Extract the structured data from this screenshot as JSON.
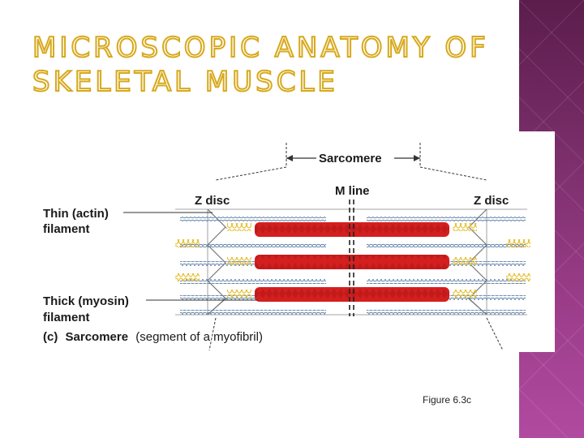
{
  "slide": {
    "title_line_1": "MICROSCOPIC ANATOMY OF",
    "title_line_2": "SKELETAL MUSCLE",
    "figure_caption": "Figure 6.3c"
  },
  "diagram": {
    "sarcomere_label": "Sarcomere",
    "m_line_label": "M line",
    "z_disc_left_label": "Z disc",
    "z_disc_right_label": "Z disc",
    "thin_filament_label_1": "Thin (actin)",
    "thin_filament_label_2": "filament",
    "thick_filament_label_1": "Thick (myosin)",
    "thick_filament_label_2": "filament",
    "caption_part": "(c)",
    "caption_bold": "Sarcomere",
    "caption_rest": "(segment of a myofibril)"
  },
  "colors": {
    "title_outline": "#d7a91c",
    "side_band": "#7a2e6a",
    "thin_filament": "#5d7fa6",
    "thick_filament": "#d41f1f",
    "titin_coil": "#e8c23a"
  }
}
